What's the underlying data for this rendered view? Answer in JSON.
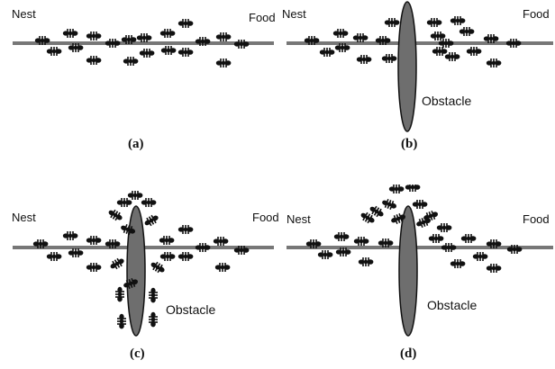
{
  "colors": {
    "path": "#777777",
    "ant": "#111111",
    "obstacle": "#6e6e6e"
  },
  "panels": [
    {
      "caption": "(a)",
      "nest": "Nest",
      "food": "Food",
      "obstacle": ""
    },
    {
      "caption": "(b)",
      "nest": "Nest",
      "food": "Food",
      "obstacle": "Obstacle"
    },
    {
      "caption": "(c)",
      "nest": "Nest",
      "food": "Food",
      "obstacle": "Obstacle"
    },
    {
      "caption": "(d)",
      "nest": "Nest",
      "food": "Food",
      "obstacle": "Obstacle"
    }
  ]
}
